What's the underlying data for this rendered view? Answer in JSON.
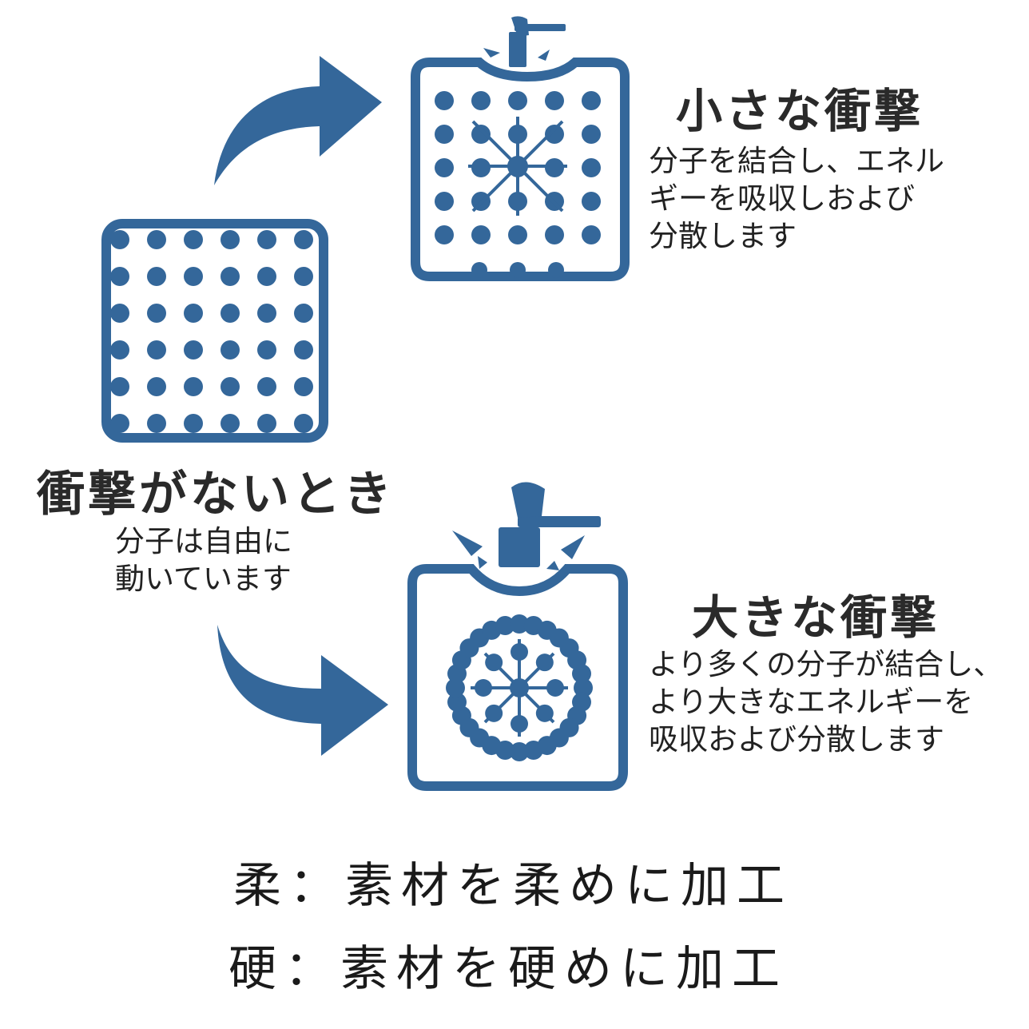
{
  "colors": {
    "accent": "#34679a",
    "text": "#2a2a2a"
  },
  "states": {
    "no_impact": {
      "title": "衝撃がないとき",
      "desc_lines": [
        "分子は自由に",
        "動いています"
      ]
    },
    "small_impact": {
      "title": "小さな衝撃",
      "desc_lines": [
        "分子を結合し、エネル",
        "ギーを吸収しおよび",
        "分散します"
      ]
    },
    "large_impact": {
      "title": "大きな衝撃",
      "desc_lines": [
        "より多くの分子が結合し、",
        "より大きなエネルギーを",
        "吸収および分散します"
      ]
    }
  },
  "footer": {
    "soft": "柔：素材を柔めに加工",
    "hard": "硬：素材を硬めに加工"
  }
}
